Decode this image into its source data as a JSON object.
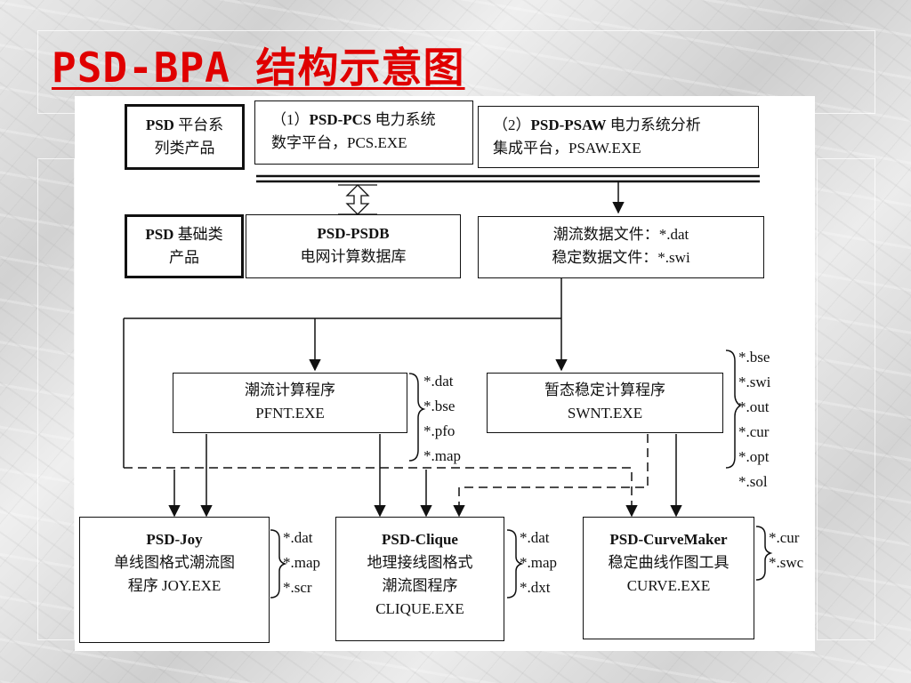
{
  "title": "PSD-BPA 结构示意图",
  "boxes": {
    "platform": {
      "bold": "PSD",
      "text1": " 平台系",
      "text2": "列类产品"
    },
    "pcs": {
      "pre": "（1）",
      "bold": "PSD-PCS",
      "text1": " 电力系统",
      "line2": "数字平台，PCS.EXE"
    },
    "psaw": {
      "pre": "（2）",
      "bold": "PSD-PSAW",
      "text1": " 电力系统分析",
      "line2": "集成平台，PSAW.EXE"
    },
    "basic": {
      "bold": "PSD",
      "text1": " 基础类",
      "text2": "产品"
    },
    "psdb": {
      "line1": "PSD-PSDB",
      "line2": "电网计算数据库"
    },
    "datafiles": {
      "line1": "潮流数据文件：*.dat",
      "line2": "稳定数据文件：*.swi"
    },
    "pfnt": {
      "line1": "潮流计算程序",
      "line2": "PFNT.EXE"
    },
    "swnt": {
      "line1": "暂态稳定计算程序",
      "line2": "SWNT.EXE"
    },
    "joy": {
      "line1": "PSD-Joy",
      "line2": "单线图格式潮流图",
      "line3": "程序 JOY.EXE"
    },
    "clique": {
      "line1": "PSD-Clique",
      "line2": "地理接线图格式",
      "line3": "潮流图程序",
      "line4": "CLIQUE.EXE"
    },
    "curvemaker": {
      "line1": "PSD-CurveMaker",
      "line2": "稳定曲线作图工具",
      "line3": "CURVE.EXE"
    }
  },
  "file_lists": {
    "pfnt_out": [
      "*.dat",
      "*.bse",
      "*.pfo",
      "*.map"
    ],
    "swnt_out": [
      "*.bse",
      "*.swi",
      "*.out",
      "*.cur",
      "*.opt",
      "*.sol"
    ],
    "joy_files": [
      "*.dat",
      "*.map",
      "*.scr"
    ],
    "clique_files": [
      "*.dat",
      "*.map",
      "*.dxt"
    ],
    "curve_files": [
      "*.cur",
      "*.swc"
    ]
  },
  "colors": {
    "title": "#e00000",
    "line": "#111111",
    "panel": "#ffffff"
  }
}
